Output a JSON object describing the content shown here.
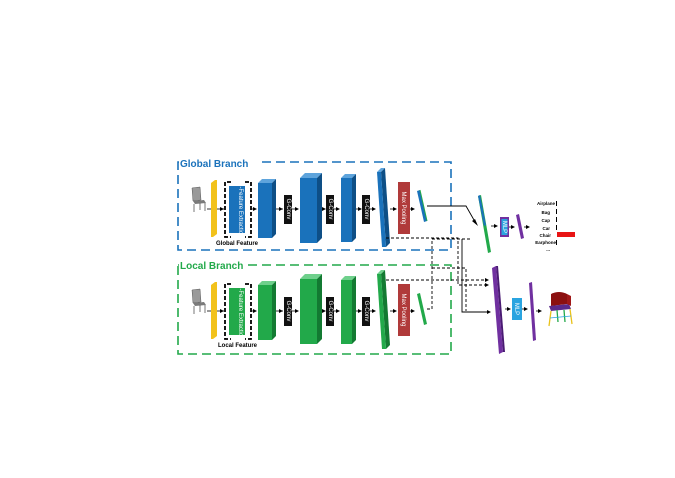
{
  "global_branch": {
    "title": "Global Branch",
    "feature_extraction": "RI-Feature Extraction",
    "caption": "Global Feature",
    "gconv_labels": [
      "G-Conv",
      "G-Conv",
      "G-Conv"
    ],
    "pooling": "Max Pooling"
  },
  "local_branch": {
    "title": "Local Branch",
    "feature_extraction": "RI-Feature Extraction",
    "caption": "Local Feature",
    "gconv_labels": [
      "G-Conv",
      "G-Conv",
      "G-Conv"
    ],
    "pooling": "Max Pooling"
  },
  "heads": {
    "cls_mlp": "MLP",
    "seg_mlp": "MLP"
  },
  "class_scores": {
    "labels": [
      "Airplane",
      "Bag",
      "Cap",
      "Car",
      "Chair",
      "Earphone",
      "..."
    ],
    "selected": "Chair"
  },
  "colors": {
    "global": "#1a72bb",
    "local": "#22a94a",
    "yellow": "#f2c21b",
    "pooling": "#b03a3a",
    "fused": "#7030a0",
    "mlp": "#2aa4e0",
    "highlight": "#e81414"
  }
}
